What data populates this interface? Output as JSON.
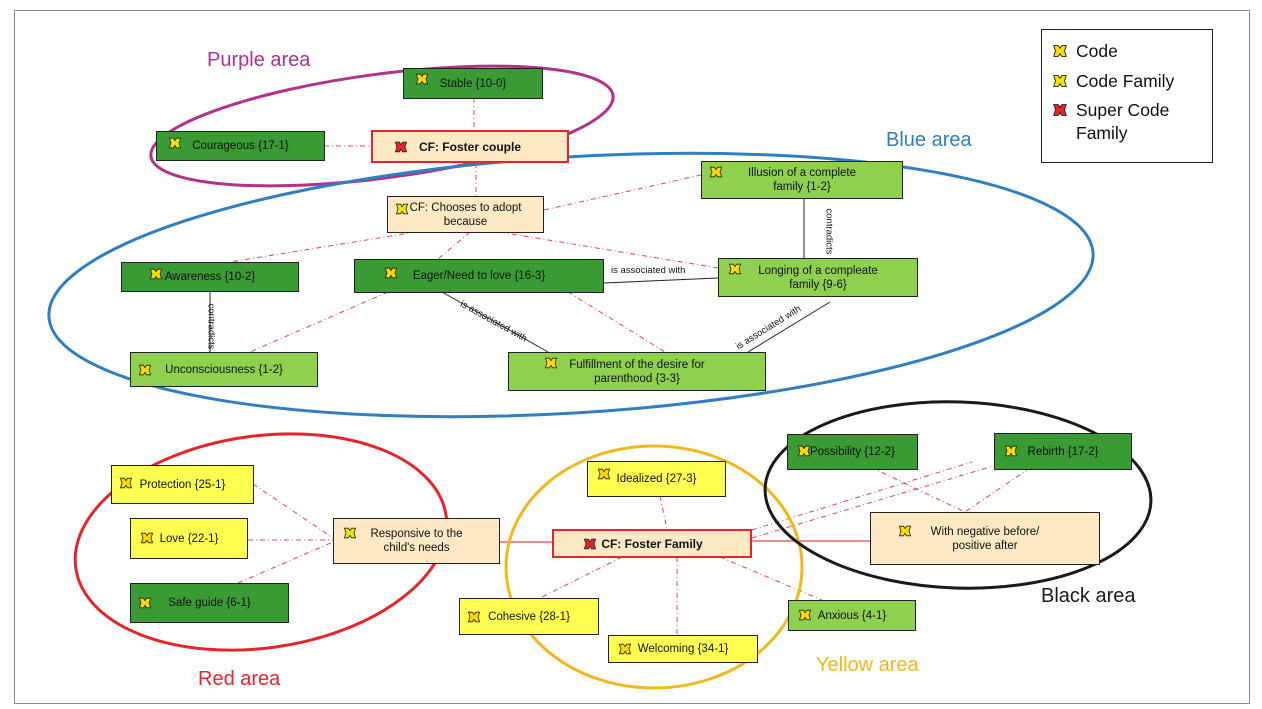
{
  "areas": {
    "purple": "Purple area",
    "blue": "Blue area",
    "red": "Red area",
    "yellow": "Yellow area",
    "black": "Black area"
  },
  "legend": {
    "code": "Code",
    "code_family": "Code Family",
    "super_code_family": "Super Code\nFamily"
  },
  "nodes": {
    "stable": "Stable {10-0}",
    "courageous": "Courageous {17-1}",
    "cf_foster_couple": "CF:  Foster couple",
    "cf_chooses": "CF: Chooses to adopt\nbecause",
    "illusion": "Illusion of a complete\nfamily {1-2}",
    "awareness": "Awareness {10-2}",
    "eager": "Eager/Need to love {16-3}",
    "longing": "Longing of  a compleate\nfamily {9-6}",
    "unconsciousness": "Unconsciousness {1-2}",
    "fulfillment": "Fulfillment of the desire for\nparenthood {3-3}",
    "possibility": "Possibility {12-2}",
    "rebirth": "Rebirth {17-2}",
    "protection": "Protection {25-1}",
    "idealized": "Idealized {27-3}",
    "love": "Love {22-1}",
    "responsive": "Responsive to the\nchild's needs",
    "cf_foster_family": "CF: Foster Family",
    "negative_before": "With negative before/\npositive after",
    "safe_guide": "Safe guide {6-1}",
    "cohesive": "Cohesive {28-1}",
    "anxious": "Anxious {4-1}",
    "welcoming": "Welcoming {34-1}"
  },
  "edge_labels": {
    "contradicts_1": "contradicts",
    "contradicts_2": "contradicts",
    "assoc_1": "is associated with",
    "assoc_2": "is associated with",
    "assoc_3": "is associated with"
  },
  "colors": {
    "purple": "#b0328c",
    "blue": "#2f7fc1",
    "red": "#e8242b",
    "yellow": "#f2b81a",
    "black": "#1a1a1a",
    "dark_green": "#3a9a34",
    "light_green": "#8fd14f",
    "yellow_fill": "#ffff52",
    "beige": "#fde9c4"
  }
}
